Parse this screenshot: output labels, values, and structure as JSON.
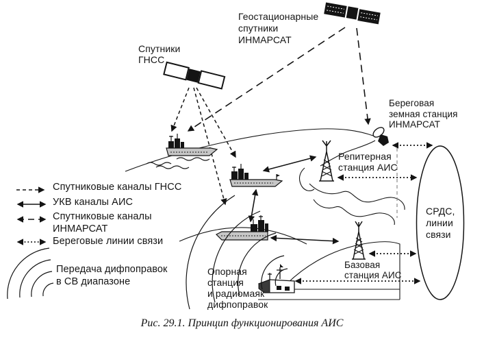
{
  "figure": {
    "caption": "Рис. 29.1. Принцип функционирования АИС"
  },
  "colors": {
    "ink": "#141414",
    "background": "#ffffff"
  },
  "nodes": {
    "gnss_satellites": {
      "label": "Спутники\nГНСС"
    },
    "inmarsat_satellites": {
      "label": "Геостационарные\nспутники\nИНМАРСАТ"
    },
    "coast_earth_station": {
      "label": "Береговая\nземная станция\nИНМАРСАТ"
    },
    "repeater_station": {
      "label": "Репитерная\nстанция АИС"
    },
    "base_station": {
      "label": "Базовая\nстанция АИС"
    },
    "reference_station": {
      "label": "Опорная\nстанция\nи радиомаяк\nдифпоправок"
    },
    "srds": {
      "label": "СРДС,\nлинии\nсвязи"
    }
  },
  "legend": {
    "items": [
      {
        "id": "gnss-channels",
        "line_style": "dashed",
        "label": "Спутниковые каналы ГНСС"
      },
      {
        "id": "vhf-ais-channels",
        "line_style": "solid",
        "label": "УКВ каналы АИС"
      },
      {
        "id": "inmarsat-channels",
        "line_style": "long-dash",
        "label": "Спутниковые каналы\nИНМАРСАТ"
      },
      {
        "id": "shore-links",
        "line_style": "dotted",
        "label": "Береговые линии связи"
      },
      {
        "id": "dgps-broadcast",
        "line_style": "radio-waves",
        "label": "Передача дифпоправок\nв СВ диапазоне"
      }
    ]
  }
}
